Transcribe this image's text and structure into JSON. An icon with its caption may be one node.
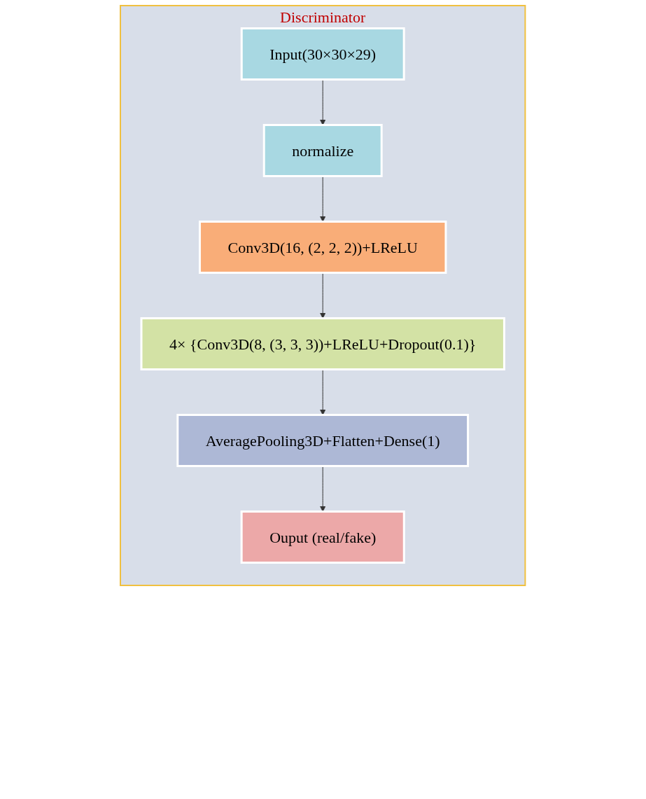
{
  "diagram": {
    "nodes": [
      {
        "text": [
          "Discriminator"
        ]
      },
      {
        "text": [
          "Input(30×30×29)"
        ],
        "in": 0
      },
      {
        "text": [
          "normalize"
        ],
        "in": 0
      },
      {
        "text": [
          "Conv3D(16, (2, 2, 2))+LReLU"
        ],
        "in": 0
      },
      {
        "text": [
          "4× {Conv3D(8, (3, 3, 3))+LReLU+Dropout(0.1)}"
        ],
        "in": 0
      },
      {
        "text": [
          "AveragePooling3D+Flatten+Dense(1)"
        ],
        "in": 0
      },
      {
        "text": [
          "Ouput (real/fake)"
        ],
        "in": 0
      }
    ],
    "edges": [
      {
        "from": 1,
        "to": 2,
        "arrow": "to"
      },
      {
        "from": 2,
        "to": 3,
        "arrow": "to"
      },
      {
        "from": 3,
        "to": 4,
        "arrow": "to"
      },
      {
        "from": 4,
        "to": 5,
        "arrow": "to"
      },
      {
        "from": 5,
        "to": 6,
        "arrow": "to"
      }
    ]
  }
}
